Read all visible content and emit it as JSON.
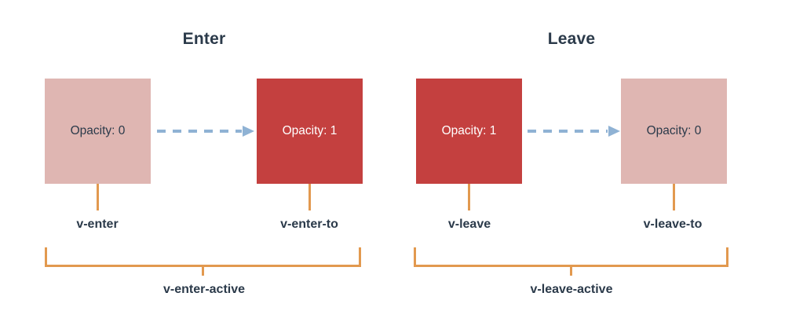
{
  "diagram": {
    "title_text_color": "#2b3a4a",
    "colors": {
      "box_opaque": "#c4403f",
      "box_transparent": "#dfb6b2",
      "bracket": "#e2994f",
      "arrow": "#8fb2d4",
      "background": "#ffffff"
    },
    "groups": [
      {
        "id": "enter",
        "title": "Enter",
        "from_box": {
          "label": "Opacity: 0",
          "fill": "transparent"
        },
        "to_box": {
          "label": "Opacity: 1",
          "fill": "opaque"
        },
        "from_class": "v-enter",
        "to_class": "v-enter-to",
        "active_class": "v-enter-active"
      },
      {
        "id": "leave",
        "title": "Leave",
        "from_box": {
          "label": "Opacity: 1",
          "fill": "opaque"
        },
        "to_box": {
          "label": "Opacity: 0",
          "fill": "transparent"
        },
        "from_class": "v-leave",
        "to_class": "v-leave-to",
        "active_class": "v-leave-active"
      }
    ]
  }
}
